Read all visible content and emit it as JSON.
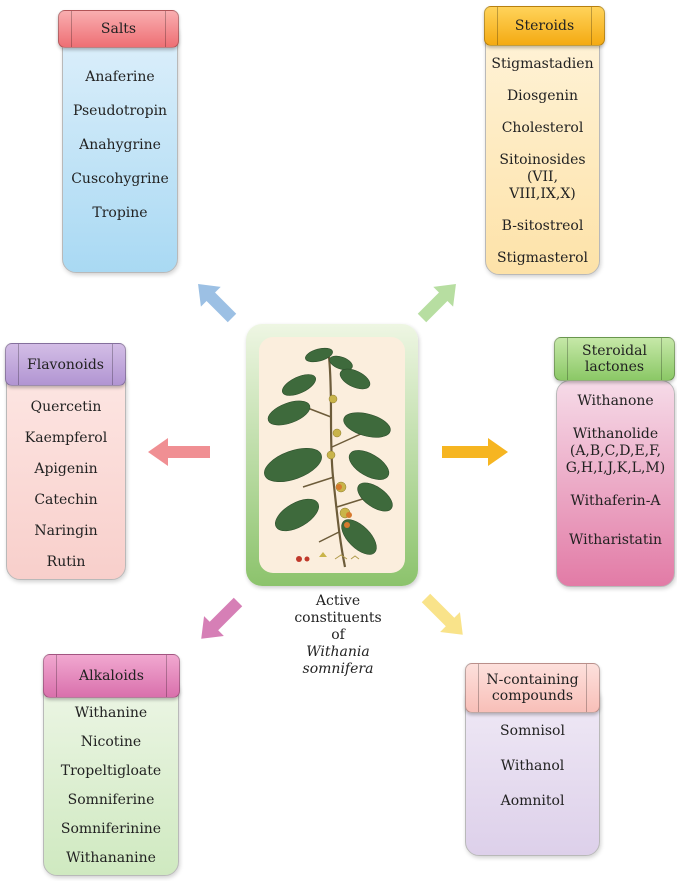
{
  "center": {
    "caption_line1": "Active",
    "caption_line2": "constituents",
    "caption_line3": "of",
    "caption_line4": "Withania",
    "caption_line5": "somnifera",
    "image_icon": "withania-plant-illustration"
  },
  "groups": {
    "salts": {
      "title": "Salts",
      "items": [
        "Anaferine",
        "Pseudotropin",
        "Anahygrine",
        "Cuscohygrine",
        "Tropine"
      ]
    },
    "steroids": {
      "title": "Steroids",
      "items": [
        "Stigmastadien",
        "Diosgenin",
        "Cholesterol",
        "Sitoinosides\n(VII,\nVIII,IX,X)",
        "B-sitostreol",
        "Stigmasterol"
      ]
    },
    "flavonoids": {
      "title": "Flavonoids",
      "items": [
        "Quercetin",
        "Kaempferol",
        "Apigenin",
        "Catechin",
        "Naringin",
        "Rutin"
      ]
    },
    "steroidal_lactones": {
      "title": "Steroidal\nlactones",
      "items": [
        "Withanone",
        "Withanolide\n(A,B,C,D,E,F,\nG,H,I,J,K,L,M)",
        "Withaferin-A",
        "Witharistatin"
      ]
    },
    "alkaloids": {
      "title": "Alkaloids",
      "items": [
        "Withanine",
        "Nicotine",
        "Tropeltigloate",
        "Somniferine",
        "Somniferinine",
        "Withananine"
      ]
    },
    "n_containing": {
      "title": "N-containing\ncompounds",
      "items": [
        "Somnisol",
        "Withanol",
        "Aomnitol"
      ]
    }
  },
  "colors": {
    "arrow_salts": "#9cc0e4",
    "arrow_steroids": "#b7dea1",
    "arrow_flavonoids": "#f08f93",
    "arrow_lactones": "#f6b521",
    "arrow_alkaloids": "#d67fb6",
    "arrow_ncontaining": "#f9e38a"
  }
}
